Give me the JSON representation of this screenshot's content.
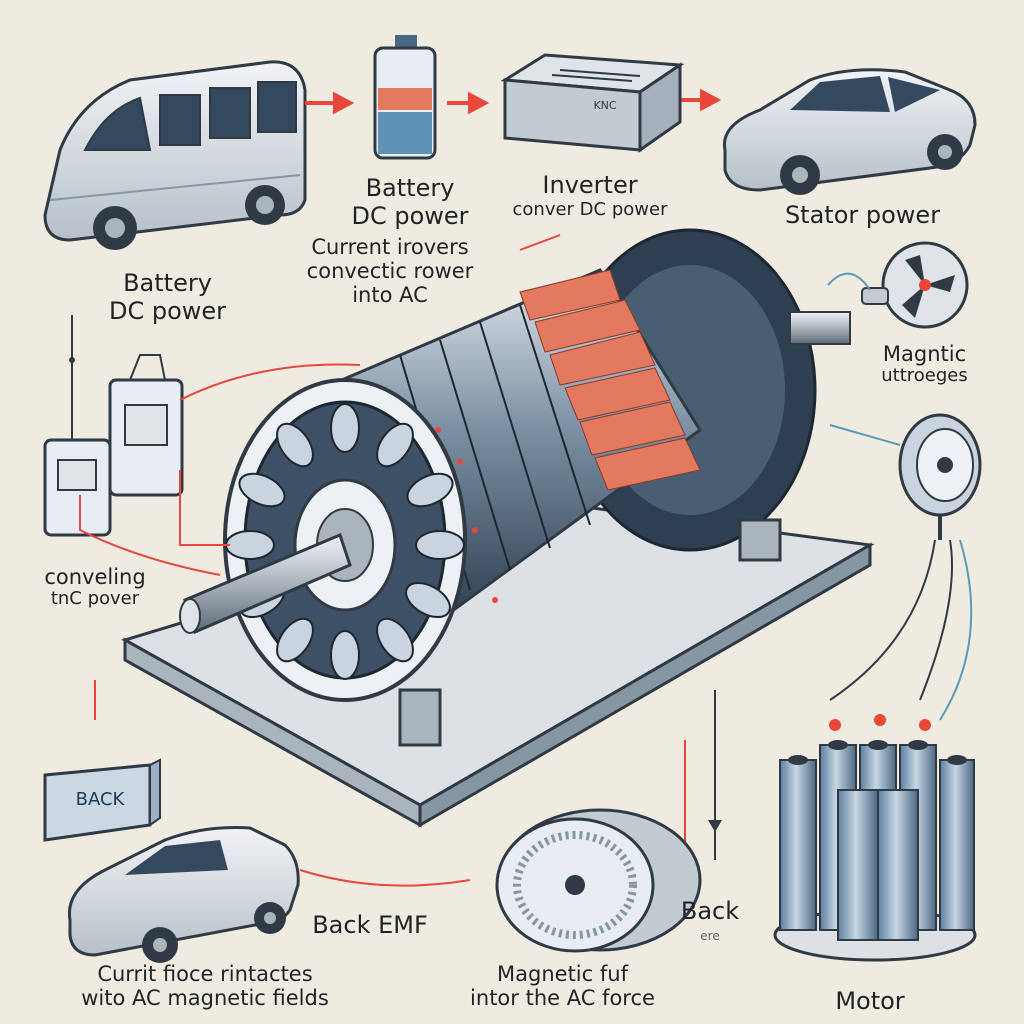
{
  "labels": {
    "battery_top": [
      "Battery",
      "DC power"
    ],
    "inverter": [
      "Inverter",
      "conver DC power"
    ],
    "stator": [
      "Stator power"
    ],
    "battery_left": [
      "Battery",
      "DC power"
    ],
    "current_inv": [
      "Current irovers",
      "convectic rower",
      "into AC"
    ],
    "magnetic_right": [
      "Magntic",
      "uttroeges"
    ],
    "converting": [
      "conveling",
      "tnC pover"
    ],
    "back_box": "BACK",
    "back_emf": "Back EMF",
    "back_right": "Back",
    "back_right_sub": "ere",
    "current_force": [
      "Currit fioce rintactes",
      "wito AC magnetic fields"
    ],
    "magnetic_bottom": [
      "Magnetic fuf",
      "intor the AC force"
    ],
    "motor": "Motor",
    "inverter_label": "KNC"
  },
  "colors": {
    "paper": "#efebe1",
    "steel_dark": "#2f3f52",
    "steel_light": "#c9d4de",
    "copper": "#e3795f",
    "arrow_red": "#e8473a",
    "wire_blue": "#5a9ab8"
  }
}
